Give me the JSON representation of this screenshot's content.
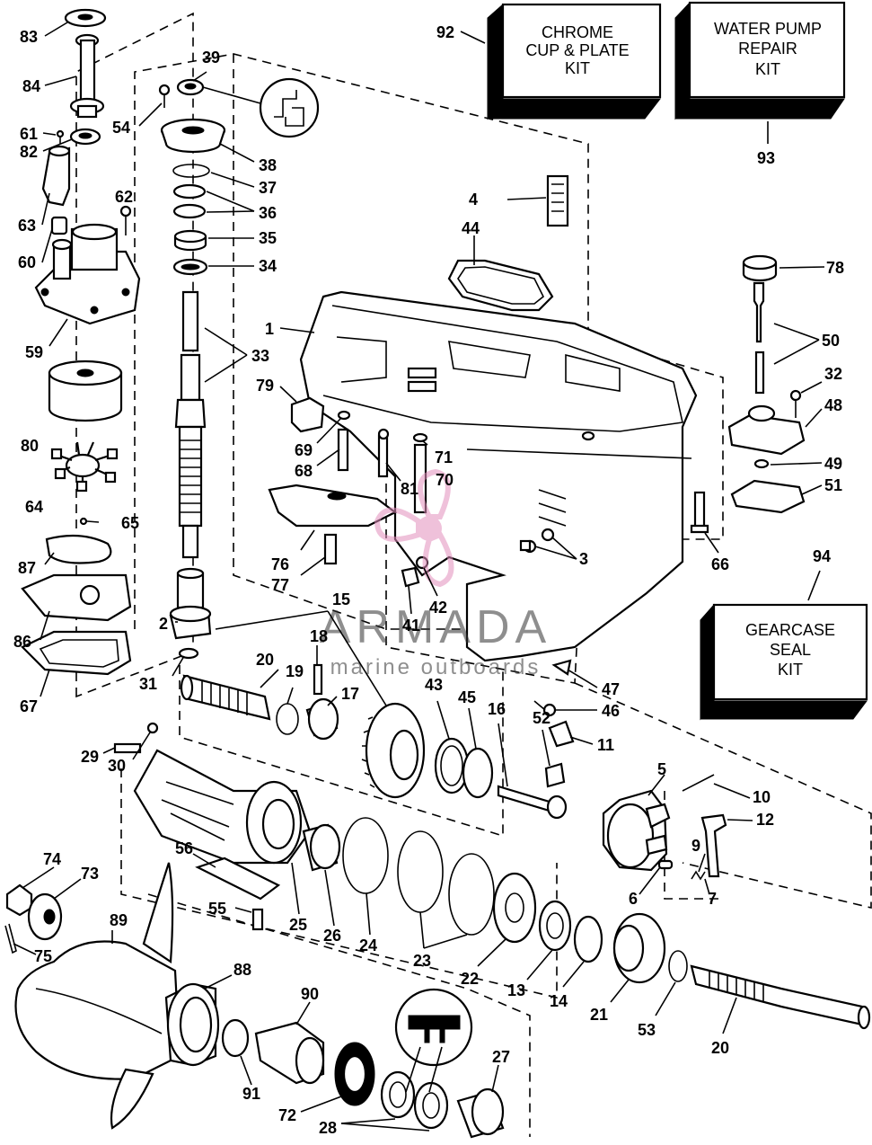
{
  "kits": {
    "chrome": {
      "line1": "CHROME",
      "line2": "CUP & PLATE",
      "line3": "KIT"
    },
    "pump": {
      "line1": "WATER PUMP",
      "line2": "REPAIR",
      "line3": "KIT"
    },
    "seal": {
      "line1": "GEARCASE",
      "line2": "SEAL",
      "line3": "KIT"
    }
  },
  "watermark": {
    "name": "ARMADA",
    "tagline": "marine outboards"
  },
  "callouts": [
    "83",
    "84",
    "61",
    "82",
    "63",
    "60",
    "59",
    "80",
    "64",
    "65",
    "87",
    "86",
    "67",
    "62",
    "54",
    "39",
    "38",
    "37",
    "36",
    "35",
    "34",
    "33",
    "2",
    "31",
    "1",
    "79",
    "69",
    "68",
    "81",
    "71",
    "70",
    "76",
    "77",
    "15",
    "18",
    "19",
    "20",
    "17",
    "41",
    "42",
    "3",
    "43",
    "45",
    "16",
    "52",
    "11",
    "47",
    "46",
    "92",
    "93",
    "4",
    "44",
    "78",
    "50",
    "32",
    "48",
    "49",
    "51",
    "66",
    "94",
    "5",
    "10",
    "12",
    "9",
    "7",
    "6",
    "29",
    "30",
    "56",
    "55",
    "25",
    "26",
    "24",
    "23",
    "22",
    "13",
    "14",
    "21",
    "53",
    "74",
    "73",
    "75",
    "89",
    "88",
    "90",
    "91",
    "72",
    "28",
    "27"
  ]
}
